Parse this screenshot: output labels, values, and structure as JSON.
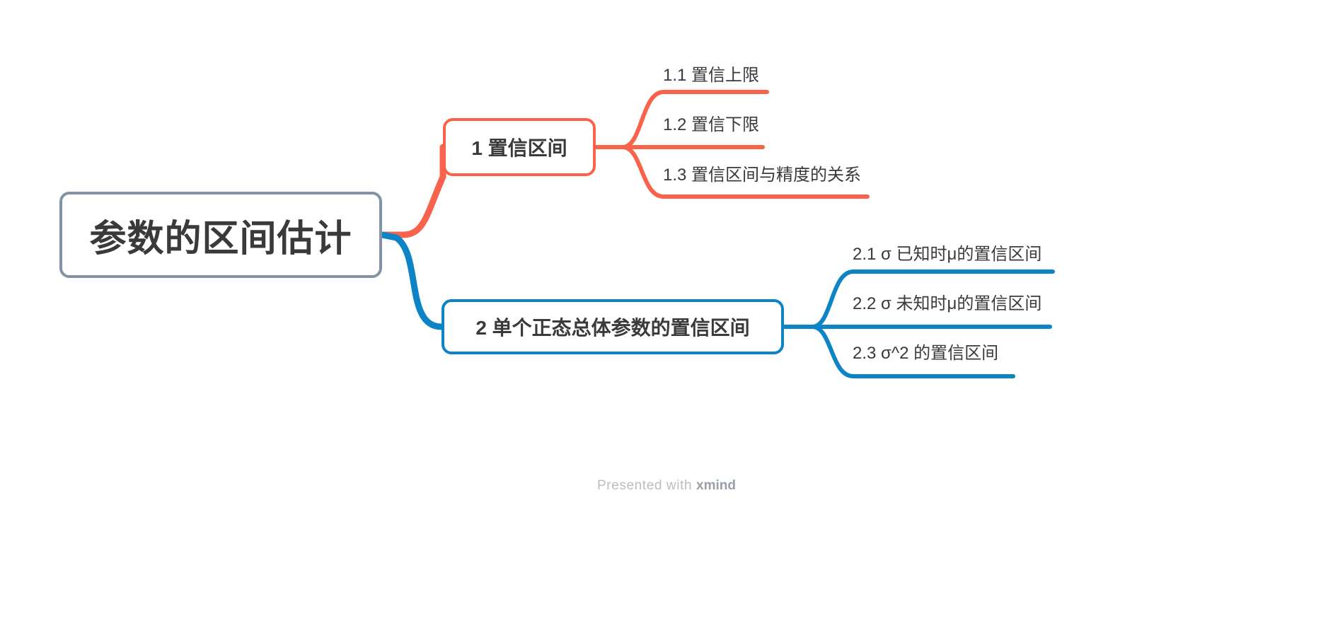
{
  "app": {
    "type": "mindmap",
    "footer_prefix": "Presented with",
    "footer_brand": "xmind"
  },
  "colors": {
    "root_border": "#8492A6",
    "branch1": "#F9634C",
    "branch2": "#0C84C6",
    "text": "#3A3A3A",
    "footer_text": "#B9BEC4",
    "background": "#FFFFFF"
  },
  "mindmap": {
    "root": {
      "label": "参数的区间估计"
    },
    "branches": [
      {
        "label": "1 置信区间",
        "color": "#F9634C",
        "children": [
          {
            "label": "1.1 置信上限"
          },
          {
            "label": "1.2 置信下限"
          },
          {
            "label": "1.3 置信区间与精度的关系"
          }
        ]
      },
      {
        "label": "2 单个正态总体参数的置信区间",
        "color": "#0C84C6",
        "children": [
          {
            "label": "2.1 σ 已知时μ的置信区间"
          },
          {
            "label": "2.2 σ 未知时μ的置信区间"
          },
          {
            "label": "2.3 σ^2 的置信区间"
          }
        ]
      }
    ]
  }
}
